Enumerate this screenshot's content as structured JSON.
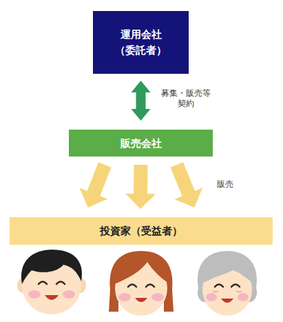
{
  "diagram": {
    "nodes": [
      {
        "text": [
          "運用会社 （委託者）"
        ]
      },
      {
        "text": [
          "販売会社"
        ]
      },
      {
        "text": [
          "投資家（受益者）"
        ]
      }
    ],
    "edges": [
      {
        "from": 0,
        "to": 1,
        "arrow": "both",
        "label": "募集・販売等 契約"
      },
      {
        "from": 1,
        "to": 2,
        "arrow": "to"
      },
      {
        "from": 1,
        "to": 2,
        "arrow": "to"
      },
      {
        "from": 1,
        "to": 2,
        "arrow": "to",
        "label": "販売"
      }
    ]
  }
}
